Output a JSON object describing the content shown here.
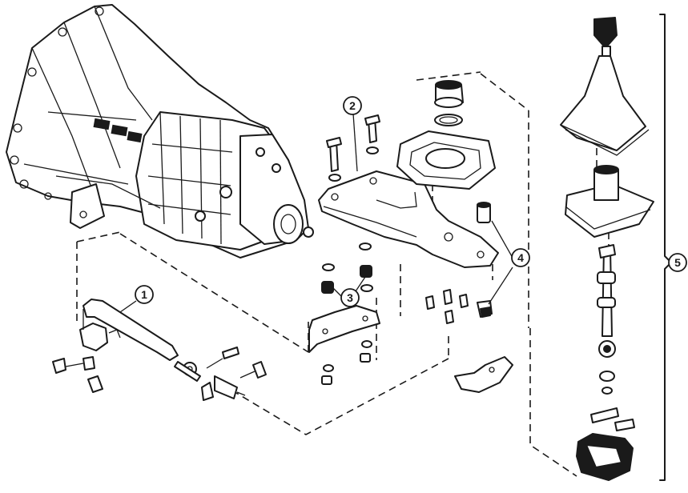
{
  "callouts": [
    {
      "id": "1",
      "label": "1"
    },
    {
      "id": "2",
      "label": "2"
    },
    {
      "id": "3",
      "label": "3"
    },
    {
      "id": "4",
      "label": "4"
    },
    {
      "id": "5",
      "label": "5"
    }
  ],
  "colors": {
    "ink": "#1a1a1a",
    "paper": "#ffffff"
  }
}
